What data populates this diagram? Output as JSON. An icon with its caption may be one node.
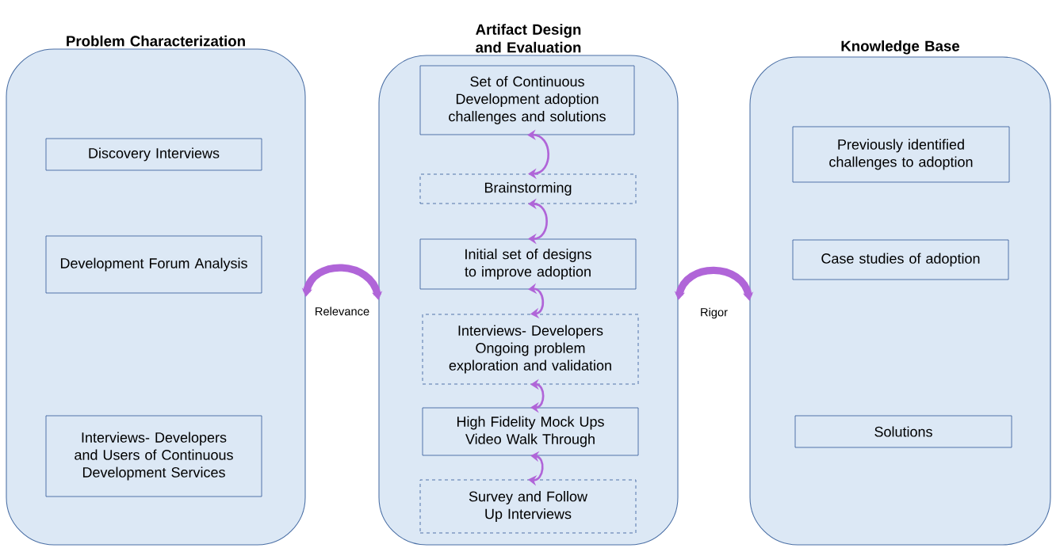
{
  "diagram": {
    "nodes": [
      {
        "text": [
          "Problem Characterization"
        ]
      },
      {
        "text": [
          "Discovery Interviews"
        ],
        "in": 0
      },
      {
        "text": [
          "Development Forum Analysis"
        ],
        "in": 0
      },
      {
        "text": [
          "Interviews- Developers and Users of Continuous Development Services"
        ],
        "in": 0
      },
      {
        "text": [
          "Artifact Design and Evaluation"
        ]
      },
      {
        "text": [
          "Set of Continuous Development adoption challenges and solutions"
        ],
        "in": 4
      },
      {
        "text": [
          "Brainstorming"
        ],
        "in": 4
      },
      {
        "text": [
          "Initial set of designs to improve adoption"
        ],
        "in": 4
      },
      {
        "text": [
          "Interviews- Developers Ongoing problem exploration and validation"
        ],
        "in": 4
      },
      {
        "text": [
          "High Fidelity Mock Ups Video Walk Through"
        ],
        "in": 4
      },
      {
        "text": [
          "Survey and Follow Up Interviews"
        ],
        "in": 4
      },
      {
        "text": [
          "Knowledge Base"
        ]
      },
      {
        "text": [
          "Previously identified challenges to adoption"
        ],
        "in": 11
      },
      {
        "text": [
          "Case studies of adoption"
        ],
        "in": 11
      },
      {
        "text": [
          "Solutions"
        ],
        "in": 11
      }
    ],
    "edges": [
      {
        "from": 0,
        "to": 4,
        "arrow": "both",
        "label": "Relevance",
        "style": "thick"
      },
      {
        "from": 4,
        "to": 11,
        "arrow": "both",
        "label": "Rigor",
        "style": "thick"
      },
      {
        "from": 5,
        "to": 6,
        "arrow": "both"
      },
      {
        "from": 6,
        "to": 7,
        "arrow": "both"
      },
      {
        "from": 7,
        "to": 8,
        "arrow": "both"
      },
      {
        "from": 8,
        "to": 9,
        "arrow": "both"
      },
      {
        "from": 9,
        "to": 10,
        "arrow": "both"
      }
    ]
  }
}
